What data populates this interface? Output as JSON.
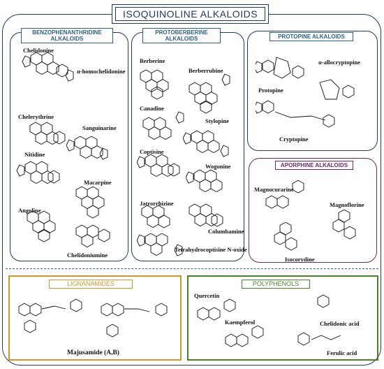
{
  "title": "ISOQUINOLINE ALKALOIDS",
  "sections": {
    "benzo": {
      "title": "BENZOPHENANTHRIDINE ALKALOIDS",
      "compounds": [
        "Chelidonine",
        "α-homochelidonine",
        "Chelerythrine",
        "Sanguinarine",
        "Nitidine",
        "Macarpine",
        "Angoline",
        "Chelidoniumine"
      ]
    },
    "proto": {
      "title": "PROTOBERBERINE ALKALOIDS",
      "compounds": [
        "Berberine",
        "Berberrubine",
        "Canadine",
        "Stylopine",
        "Coptisine",
        "Wogonine",
        "Jatrorrhizine",
        "Columbamine",
        "Tetrahydrocoptisine N-oxide"
      ]
    },
    "protopine": {
      "title": "PROTOPINE ALKALOIDS",
      "compounds": [
        "Protopine",
        "α-allocryptopine",
        "Cryptopine"
      ]
    },
    "aporphine": {
      "title": "APORPHINE ALKALOIDS",
      "compounds": [
        "Magnocurarine",
        "Magnoflorine",
        "Isocorydine"
      ]
    },
    "lignanamides": {
      "title": "LIGNANAMIDES",
      "compounds": [
        "Majusamide (A,B)"
      ]
    },
    "polyphenols": {
      "title": "POLYPHENOLS",
      "compounds": [
        "Quercetin",
        "Kaempferol",
        "Chelidonic acid",
        "Ferulic acid"
      ]
    }
  },
  "colors": {
    "frame": "#1f3b63",
    "title_blue": "#2c5f8a",
    "aporphine": "#6b2a6b",
    "lignanamides": "#c79a2e",
    "polyphenols": "#4f7f2a"
  }
}
